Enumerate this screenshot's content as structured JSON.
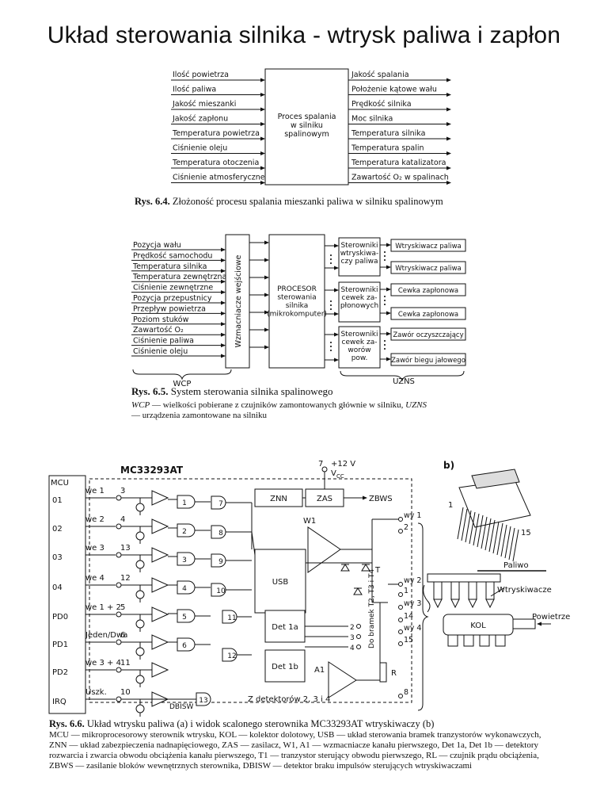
{
  "page_title": "Układ sterowania silnika - wtrysk paliwa i zapłon",
  "fig1": {
    "inputs": [
      "Ilość powietrza",
      "Ilość paliwa",
      "Jakość mieszanki",
      "Jakość zapłonu",
      "Temperatura powietrza",
      "Ciśnienie oleju",
      "Temperatura otoczenia",
      "Ciśnienie atmosferyczne"
    ],
    "process_lines": [
      "Proces spalania",
      "w silniku",
      "spalinowym"
    ],
    "outputs": [
      "Jakość spalania",
      "Położenie kątowe wału",
      "Prędkość silnika",
      "Moc silnika",
      "Temperatura silnika",
      "Temperatura spalin",
      "Temperatura katalizatora",
      "Zawartość O₂ w spalinach"
    ],
    "caption_bold": "Rys. 6.4.",
    "caption_text": "Złożoność procesu spalania mieszanki paliwa w silniku spalinowym"
  },
  "fig2": {
    "inputs": [
      "Pozycja wału",
      "Prędkość samochodu",
      "Temperatura silnika",
      "Temperatura zewnętrzna",
      "Ciśnienie zewnętrzne",
      "Pozycja przepustnicy",
      "Przepływ powietrza",
      "Poziom stuków",
      "Zawartość O₂",
      "Ciśnienie paliwa",
      "Ciśnienie oleju"
    ],
    "amp_label": "Wzmacniacze wejściowe",
    "cpu_lines": [
      "PROCESOR",
      "sterowania",
      "silnika",
      "(mikrokomputer)"
    ],
    "ctrl1_lines": [
      "Sterowniki",
      "wtryskiwa-",
      "czy paliwa"
    ],
    "ctrl2_lines": [
      "Sterowniki",
      "cewek za-",
      "płonowych"
    ],
    "ctrl3_lines": [
      "Sterowniki",
      "cewek za-",
      "worów",
      "pow."
    ],
    "out1": [
      "Wtryskiwacz paliwa",
      "Wtryskiwacz paliwa"
    ],
    "out2": [
      "Cewka zapłonowa",
      "Cewka zapłonowa"
    ],
    "out3": [
      "Zawór oczyszczający",
      "Zawór biegu jałowego"
    ],
    "left_group": "WCP",
    "right_group": "UZNS",
    "caption_bold": "Rys. 6.5.",
    "caption_text": "System sterowania silnika spalinowego",
    "legend1_a": "WCP",
    "legend1_b": " — wielkości pobierane z czujników zamontowanych głównie w silniku, ",
    "legend1_c": "UZNS",
    "legend2": "— urządzenia zamontowane na silniku"
  },
  "fig3": {
    "chip": "MC33293AT",
    "vcc_pin": "7",
    "vcc_label": "+12 V",
    "vcc_sub": "V",
    "vcc_sub2": "CC",
    "panel_b": "b)",
    "mcu": "MCU",
    "mcu_ports": [
      "01",
      "02",
      "03",
      "04",
      "PD0",
      "PD1",
      "PD2",
      "IRQ"
    ],
    "inputs": [
      "we 1",
      "we 2",
      "we 3",
      "we 4",
      "we 1 + 2",
      "Jeden/Dwa",
      "we 3 + 4",
      "Uszk."
    ],
    "pins": [
      "3",
      "4",
      "13",
      "12",
      "5",
      "6",
      "11",
      "10"
    ],
    "gate_numbers": [
      "1",
      "2",
      "3",
      "4",
      "5",
      "6"
    ],
    "node_numbers": [
      "7",
      "8",
      "9",
      "10",
      "11",
      "12",
      "13"
    ],
    "znn": "ZNN",
    "zas": "ZAS",
    "zbws": "ZBWS",
    "w1": "W1",
    "usb": "USB",
    "det1a": "Det 1a",
    "det1b": "Det 1b",
    "a1": "A1",
    "t1": "T",
    "rl": "R",
    "dbisw": "DBISW",
    "detector_note": "Z detektorów 2, 3 i 4",
    "to_gates": "Do bramek T2, T3 i T4",
    "out_labels": [
      "wy 1",
      "2",
      "wy 2",
      "1",
      "wy 3",
      "14",
      "wy 4",
      "15",
      "8"
    ],
    "det_pins": [
      "2",
      "3",
      "4"
    ],
    "package_pins": [
      "1",
      "15"
    ],
    "paliwo": "Paliwo",
    "wtryskiwacze": "Wtryskiwacze",
    "kol": "KOL",
    "powietrze": "Powietrze",
    "caption_bold": "Rys. 6.6.",
    "caption_text": "Układ wtrysku paliwa (a) i widok scalonego sterownika MC33293AT wtryskiwaczy (b)",
    "legend_lines": [
      "MCU — mikroprocesorowy sterownik wtrysku, KOL — kolektor dolotowy, USB — układ sterowania bramek tranzystorów wykonawczych,",
      "ZNN — układ zabezpieczenia nadnapięciowego, ZAS — zasilacz, W1, A1 — wzmacniacze kanału pierwszego, Det 1a, Det 1b — detektory",
      "rozwarcia i zwarcia obwodu obciążenia kanału pierwszego, T1 — tranzystor sterujący obwodu pierwszego, RL — czujnik prądu obciążenia,",
      "ZBWS — zasilanie bloków wewnętrznych sterownika, DBISW — detektor braku impulsów sterujących wtryskiwaczami"
    ]
  }
}
